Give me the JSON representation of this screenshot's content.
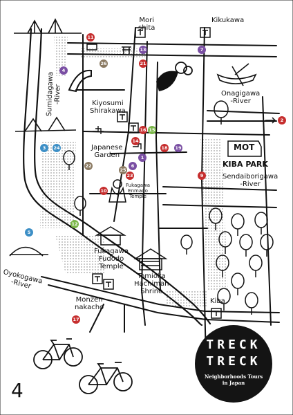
{
  "map": {
    "stations": [
      {
        "id": "morishita",
        "label": "Mori\nshita"
      },
      {
        "id": "kikukawa",
        "label": "Kikukawa"
      },
      {
        "id": "kiyosumi",
        "label": "Kiyosumi\nShirakawa"
      },
      {
        "id": "monzen",
        "label": "Monzen\nnakacho"
      },
      {
        "id": "kiba",
        "label": "Kiba"
      }
    ],
    "places": {
      "japanese_garden": "Japanese\nGarden",
      "enmado_temple": "Fukagawa\nEnmado\nTemple",
      "fudodo_temple": "Fukagawa\nFudodo\nTemple",
      "hachiman_shrine": "Tomioka\nHachiman\nShrine",
      "kiba_park": "KIBA PARK",
      "mot": "MOT"
    },
    "rivers": {
      "sumidagawa": "Sumidagawa\n-River",
      "onagigawa": "Onagigawa\n-River",
      "sendaiborigawa": "Sendaiborigawa\n-River",
      "oyokogawa": "Oyokogawa\n-River"
    },
    "pins": [
      {
        "n": "11",
        "color": "#c62e2e"
      },
      {
        "n": "13",
        "color": "#7a4fa3"
      },
      {
        "n": "7",
        "color": "#7a4fa3"
      },
      {
        "n": "26",
        "color": "#8b7a62"
      },
      {
        "n": "21",
        "color": "#c62e2e"
      },
      {
        "n": "4",
        "color": "#7a4fa3"
      },
      {
        "n": "2",
        "color": "#c62e2e"
      },
      {
        "n": "16",
        "color": "#c62e2e"
      },
      {
        "n": "15",
        "color": "#7ab648"
      },
      {
        "n": "14",
        "color": "#c62e2e"
      },
      {
        "n": "3",
        "color": "#3d8fc6"
      },
      {
        "n": "24",
        "color": "#3d8fc6"
      },
      {
        "n": "18",
        "color": "#c62e2e"
      },
      {
        "n": "19",
        "color": "#7a4fa3"
      },
      {
        "n": "1",
        "color": "#7a4fa3"
      },
      {
        "n": "22",
        "color": "#8b7a62"
      },
      {
        "n": "25",
        "color": "#8b7a62"
      },
      {
        "n": "6",
        "color": "#7a4fa3"
      },
      {
        "n": "23",
        "color": "#c62e2e"
      },
      {
        "n": "9",
        "color": "#c62e2e"
      },
      {
        "n": "10",
        "color": "#c62e2e"
      },
      {
        "n": "12",
        "color": "#7ab648"
      },
      {
        "n": "5",
        "color": "#3d8fc6"
      },
      {
        "n": "17",
        "color": "#c62e2e"
      }
    ],
    "brand": {
      "line1": "TRECK",
      "line2": "TRECK",
      "tagline": "Neighborhoods Tours\nin Japan"
    },
    "page_number": "4"
  }
}
